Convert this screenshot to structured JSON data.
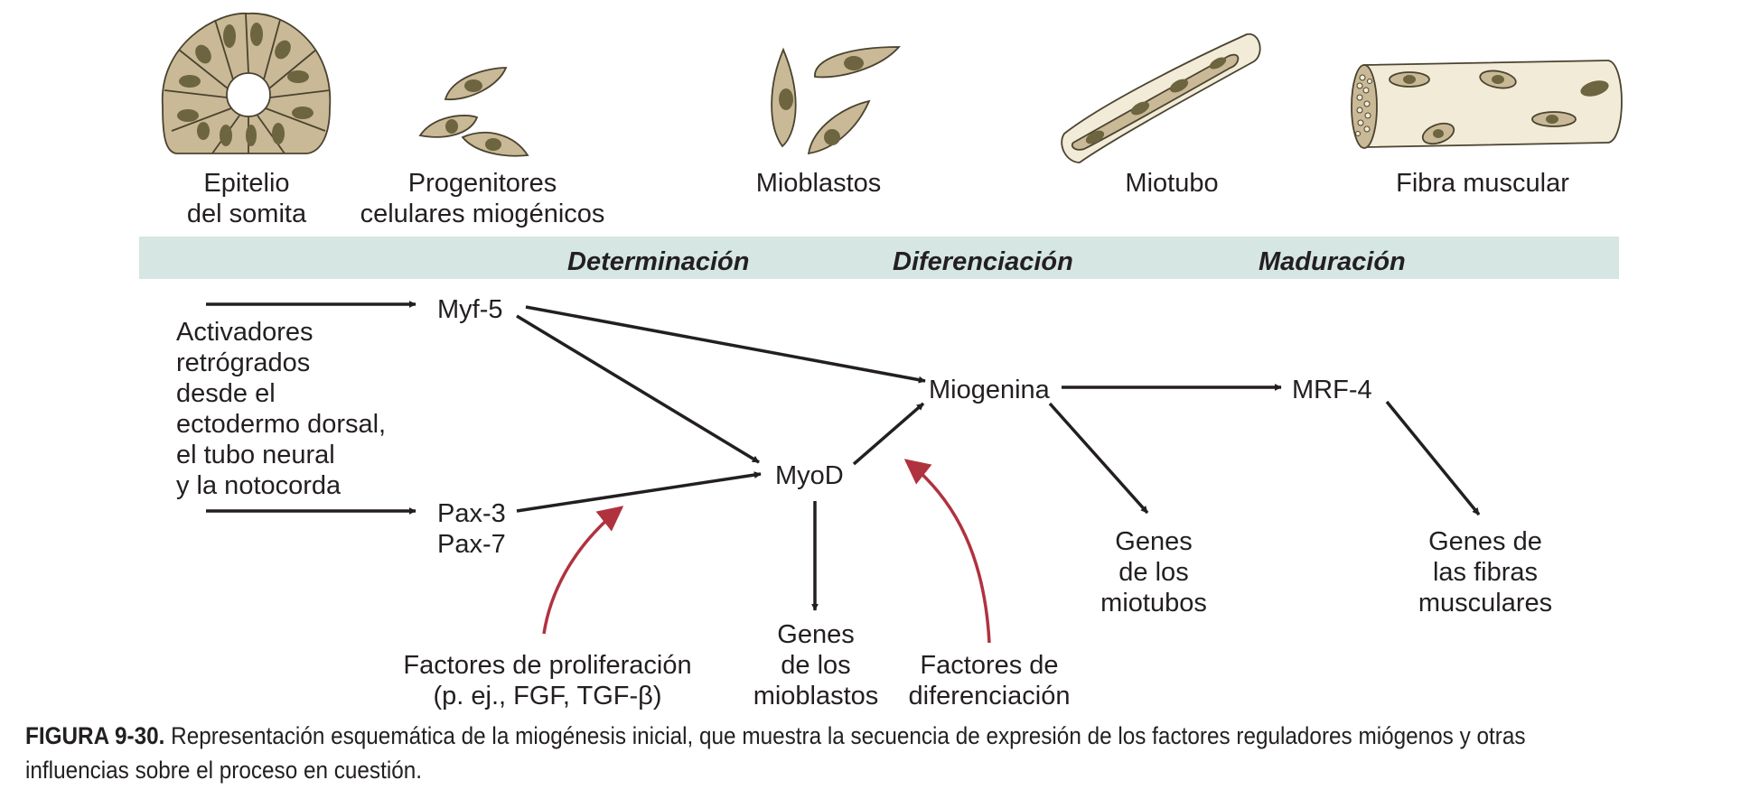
{
  "stages": {
    "epitelio": "Epitelio\ndel somita",
    "progenitores": "Progenitores\ncelulares miogénicos",
    "mioblastos": "Mioblastos",
    "miotubo": "Miotubo",
    "fibra": "Fibra muscular"
  },
  "phases": {
    "determinacion": "Determinación",
    "diferenciacion": "Diferenciación",
    "maduracion": "Maduración"
  },
  "nodes": {
    "myf5": "Myf-5",
    "pax": "Pax-3\nPax-7",
    "myod": "MyoD",
    "miogenina": "Miogenina",
    "mrf4": "MRF-4"
  },
  "labels": {
    "activadores": "Activadores\nretrógrados\ndesde el\nectodermo dorsal,\nel tubo neural\ny la notocorda",
    "genes_mioblastos": "Genes\nde los\nmioblastos",
    "genes_miotubos": "Genes\nde los\nmiotubos",
    "genes_fibras": "Genes de\nlas fibras\nmusculares",
    "factores_proliferacion": "Factores de proliferación\n(p. ej., FGF, TGF-β)",
    "factores_diferenciacion": "Factores de\ndiferenciación"
  },
  "caption": {
    "label": "FIGURA 9-30.",
    "text": "Representación esquemática de la miogénesis inicial, que muestra la secuencia de expresión de los factores reguladores miógenos y otras influencias sobre el proceso en cuestión."
  },
  "colors": {
    "band": "#d5e6e3",
    "cell_fill": "#c9b996",
    "nucleus": "#6d6440",
    "fiber_fill": "#f1ebd7",
    "arrow": "#231f20",
    "influence_arrow": "#b0323f"
  }
}
